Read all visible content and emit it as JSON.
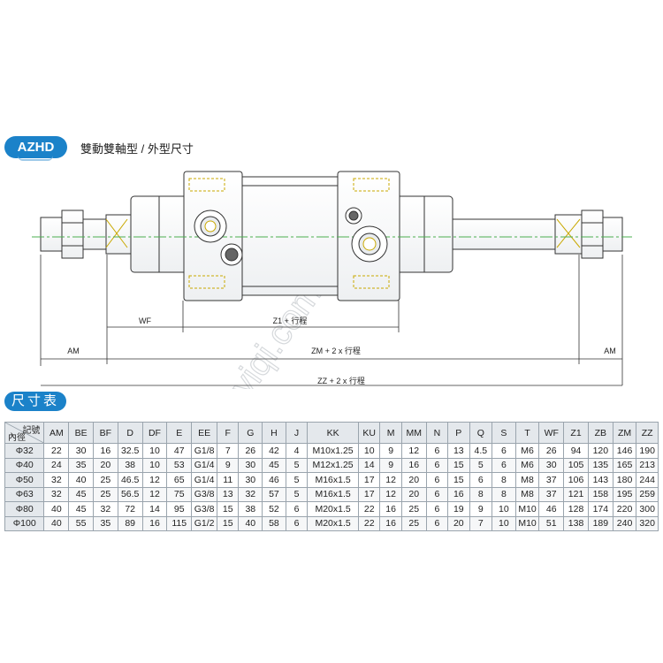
{
  "header": {
    "model": "AZHD",
    "subtitle": "雙動雙軸型 / 外型尺寸"
  },
  "drawing": {
    "labels": {
      "wf": "WF",
      "z1": "Z1 + 行程",
      "am_left": "AM",
      "zm": "ZM + 2 x 行程",
      "am_right": "AM",
      "zz": "ZZ + 2 x 行程"
    },
    "watermark": "uyiqi.com"
  },
  "table": {
    "tag": "尺寸表",
    "corner_top": "記號",
    "corner_bottom": "內徑",
    "columns": [
      "AM",
      "BE",
      "BF",
      "D",
      "DF",
      "E",
      "EE",
      "F",
      "G",
      "H",
      "J",
      "KK",
      "KU",
      "M",
      "MM",
      "N",
      "P",
      "Q",
      "S",
      "T",
      "WF",
      "Z1",
      "ZB",
      "ZM",
      "ZZ"
    ],
    "rows": [
      {
        "bore": "Φ32",
        "cells": [
          "22",
          "30",
          "16",
          "32.5",
          "10",
          "47",
          "G1/8",
          "7",
          "26",
          "42",
          "4",
          "M10x1.25",
          "10",
          "9",
          "12",
          "6",
          "13",
          "4.5",
          "6",
          "M6",
          "26",
          "94",
          "120",
          "146",
          "190"
        ]
      },
      {
        "bore": "Φ40",
        "cells": [
          "24",
          "35",
          "20",
          "38",
          "10",
          "53",
          "G1/4",
          "9",
          "30",
          "45",
          "5",
          "M12x1.25",
          "14",
          "9",
          "16",
          "6",
          "15",
          "5",
          "6",
          "M6",
          "30",
          "105",
          "135",
          "165",
          "213"
        ]
      },
      {
        "bore": "Φ50",
        "cells": [
          "32",
          "40",
          "25",
          "46.5",
          "12",
          "65",
          "G1/4",
          "11",
          "30",
          "46",
          "5",
          "M16x1.5",
          "17",
          "12",
          "20",
          "6",
          "15",
          "6",
          "8",
          "M8",
          "37",
          "106",
          "143",
          "180",
          "244"
        ]
      },
      {
        "bore": "Φ63",
        "cells": [
          "32",
          "45",
          "25",
          "56.5",
          "12",
          "75",
          "G3/8",
          "13",
          "32",
          "57",
          "5",
          "M16x1.5",
          "17",
          "12",
          "20",
          "6",
          "16",
          "8",
          "8",
          "M8",
          "37",
          "121",
          "158",
          "195",
          "259"
        ]
      },
      {
        "bore": "Φ80",
        "cells": [
          "40",
          "45",
          "32",
          "72",
          "14",
          "95",
          "G3/8",
          "15",
          "38",
          "52",
          "6",
          "M20x1.5",
          "22",
          "16",
          "25",
          "6",
          "19",
          "9",
          "10",
          "M10",
          "46",
          "128",
          "174",
          "220",
          "300"
        ]
      },
      {
        "bore": "Φ100",
        "cells": [
          "40",
          "55",
          "35",
          "89",
          "16",
          "115",
          "G1/2",
          "15",
          "40",
          "58",
          "6",
          "M20x1.5",
          "22",
          "16",
          "25",
          "6",
          "20",
          "7",
          "10",
          "M10",
          "51",
          "138",
          "189",
          "240",
          "320"
        ]
      }
    ]
  }
}
